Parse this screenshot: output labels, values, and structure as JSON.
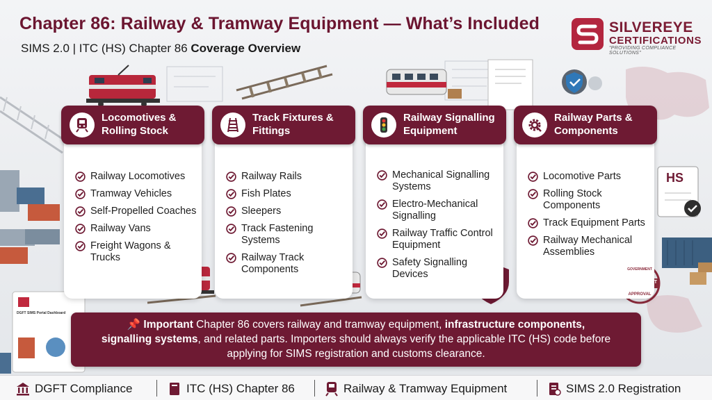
{
  "header": {
    "title": "Chapter 86: Railway & Tramway Equipment — What’s Included",
    "subtitle_normal": "SIMS 2.0 | ITC (HS) Chapter 86 ",
    "subtitle_bold": "Coverage Overview"
  },
  "logo": {
    "name": "SILVEREYE",
    "sub": "CERTIFICATIONS",
    "tagline": "\"PROVIDING COMPLIANCE SOLUTIONS\""
  },
  "cards": [
    {
      "title": "Locomotives & Rolling Stock",
      "icon": "train-icon",
      "items": [
        "Railway Locomotives",
        "Tramway Vehicles",
        "Self-Propelled Coaches",
        "Railway Vans",
        "Freight Wagons & Trucks"
      ]
    },
    {
      "title": "Track Fixtures & Fittings",
      "icon": "track-icon",
      "items": [
        "Railway Rails",
        "Fish Plates",
        "Sleepers",
        "Track Fastening Systems",
        "Railway Track Components"
      ]
    },
    {
      "title": "Railway Signalling Equipment",
      "icon": "traffic-light-icon",
      "items": [
        "Mechanical Signalling Systems",
        "Electro-Mechanical Signalling",
        "Railway Traffic Control Equipment",
        "Safety Signalling Devices"
      ]
    },
    {
      "title": "Railway Parts & Components",
      "icon": "gear-icon",
      "items": [
        "Locomotive Parts",
        "Rolling Stock Components",
        "Track Equipment Parts",
        "Railway Mechanical Assemblies"
      ]
    }
  ],
  "banner": {
    "pin": "📌",
    "lead": "Important",
    "text1": " Chapter 86 covers railway and tramway equipment, ",
    "bold1": "infrastructure components,",
    "bold2": "signalling systems",
    "text2": ", and related parts. Importers should always verify the applicable ITC (HS) code before applying for SIMS registration and customs clearance."
  },
  "decor": {
    "hs_doc": "HS",
    "stamp_top": "GOVERNMENT",
    "stamp_mid": "GOVERNMENT",
    "stamp_bottom": "APPROVAL",
    "dashboard_label": "DGFT SIMS Portal Dashboard"
  },
  "footer": [
    {
      "label": "DGFT Compliance",
      "icon": "bank-icon"
    },
    {
      "label": "ITC (HS) Chapter 86",
      "icon": "book-icon"
    },
    {
      "label": "Railway & Tramway Equipment",
      "icon": "train-icon"
    },
    {
      "label": "SIMS 2.0 Registration",
      "icon": "document-icon"
    }
  ],
  "colors": {
    "accent": "#6e1a33",
    "brand": "#b3263f"
  }
}
